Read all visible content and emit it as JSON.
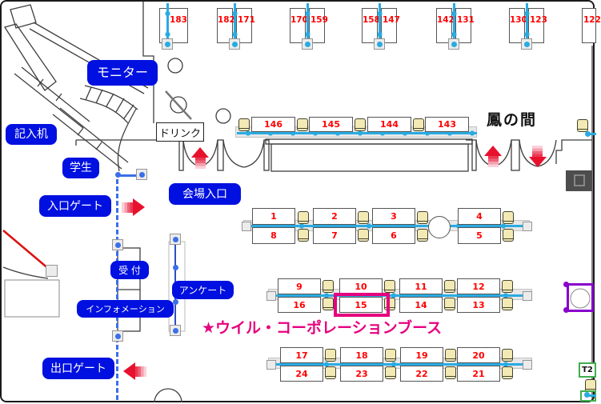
{
  "hall": {
    "name": "鳳の間"
  },
  "labels": {
    "monitor": "モニター",
    "writing_desk": "記入机",
    "student": "学生",
    "entrance_gate": "入口ゲート",
    "venue_entrance": "会場入口",
    "drink": "ドリンク",
    "reception": "受 付",
    "survey": "アンケート",
    "information": "インフォメーション",
    "exit_gate": "出口ゲート"
  },
  "pillar": {
    "t2": "T2"
  },
  "highlight": {
    "text": "★ウイル・コーポレーションブース",
    "booth": "15"
  },
  "booths": {
    "top": [
      "183",
      "182",
      "171",
      "170",
      "159",
      "158",
      "147",
      "142",
      "131",
      "130",
      "123",
      "122"
    ],
    "mid": [
      "146",
      "145",
      "144",
      "143"
    ],
    "row1": {
      "top": [
        "1",
        "2",
        "3",
        "4"
      ],
      "bottom": [
        "8",
        "7",
        "6",
        "5"
      ]
    },
    "row2": {
      "top": [
        "9",
        "10",
        "11",
        "12"
      ],
      "bottom": [
        "16",
        "15",
        "14",
        "13"
      ]
    },
    "row3": {
      "top": [
        "17",
        "18",
        "19",
        "20"
      ],
      "bottom": [
        "24",
        "23",
        "22",
        "21"
      ]
    }
  },
  "colors": {
    "label_blue": "#0010e0",
    "booth_number_red": "#ff0000",
    "system_line_cyan": "#29abe2",
    "gate_line_blue": "#3a6fe8",
    "highlight_pink": "#e6007e",
    "arrow_red": "#e8112d",
    "pillar_purple": "#8800cc",
    "marker_green": "#3fae4e",
    "chair_fill": "#f2e9b5"
  }
}
